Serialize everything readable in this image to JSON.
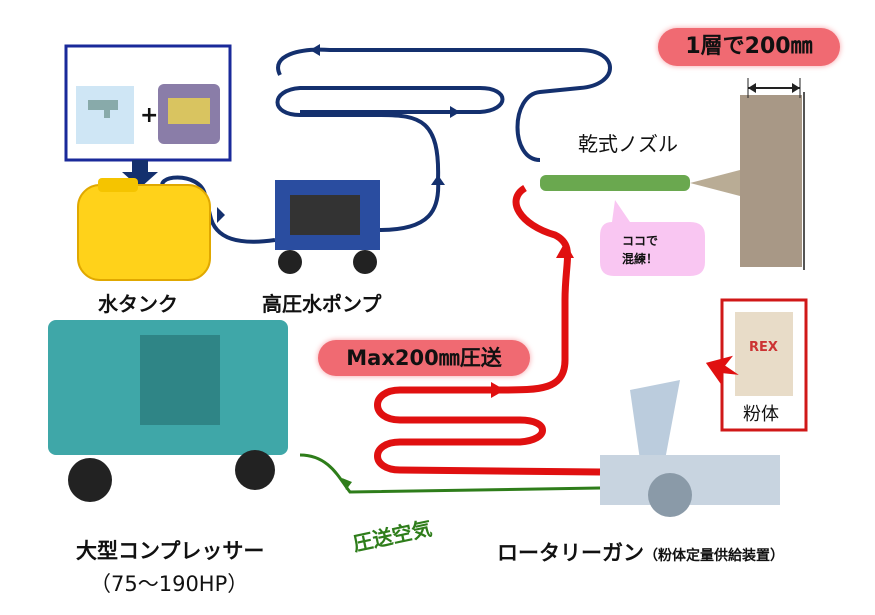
{
  "labels": {
    "layer": "1層で200㎜",
    "nozzle": "乾式ノズル",
    "mix_bubble_line1": "ココで",
    "mix_bubble_line2": "混練！",
    "water_tank": "水タンク",
    "pump": "高圧水ポンプ",
    "max_feed": "Max200㎜圧送",
    "powder": "粉体",
    "powder_bag": "REX",
    "compressor": "大型コンプレッサー",
    "compressor_hp": "（75～190HP）",
    "air": "圧送空気",
    "gun": "ロータリーガン",
    "gun_sub": "（粉体定量供給装置）"
  },
  "colors": {
    "water_hose": "#14306e",
    "material_hose": "#e01010",
    "air_line": "#2e7d1a",
    "pill": "#f06a72",
    "tank": "#ffd21a",
    "compressor": "#3fa7a8"
  }
}
